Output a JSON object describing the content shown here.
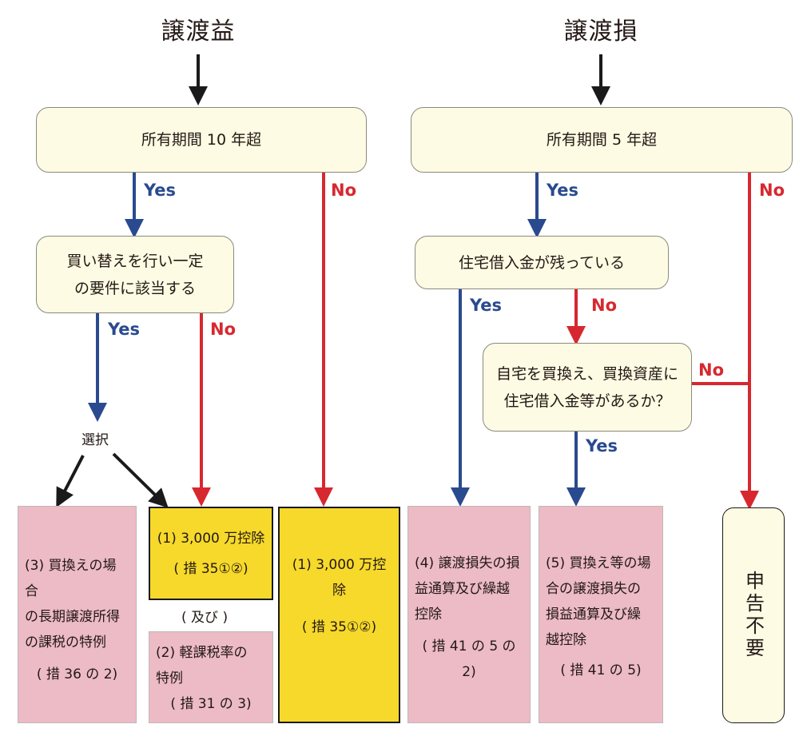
{
  "titles": {
    "gain": "譲渡益",
    "loss": "譲渡損"
  },
  "decisions": {
    "period10": "所有期間 10 年超",
    "period5": "所有期間 5 年超",
    "replace_line1": "買い替えを行い一定",
    "replace_line2": "の要件に該当する",
    "loan": "住宅借入金が残っている",
    "home_line1": "自宅を買換え、買換資産に",
    "home_line2": "住宅借入金等があるか？"
  },
  "labels": {
    "yes": "Yes",
    "no": "No",
    "select": "選択",
    "and": "( 及び )"
  },
  "results": {
    "r3": {
      "l1": "(3) 買換えの場合",
      "l2": "の長期譲渡所得",
      "l3": "の課税の特例",
      "ref": "( 措 36 の 2)"
    },
    "r1a": {
      "l1": "(1) 3,000 万控除",
      "ref": "( 措 35①②)"
    },
    "r2": {
      "l1": "(2) 軽課税率の",
      "l2": "特例",
      "ref": "( 措 31 の 3)"
    },
    "r1b": {
      "l1": "(1) 3,000 万控除",
      "ref": "( 措 35①②)"
    },
    "r4": {
      "l1": "(4) 譲渡損失の損",
      "l2": "益通算及び繰越",
      "l3": "控除",
      "ref": "( 措 41 の 5 の 2)"
    },
    "r5": {
      "l1": "(5) 買換え等の場",
      "l2": "合の譲渡損失の",
      "l3": "損益通算及び繰",
      "l4": "越控除",
      "ref": "( 措 41 の 5)"
    },
    "no_filing": "申告不要"
  },
  "colors": {
    "yes": "#2a4a8f",
    "no": "#d7282f",
    "black": "#1a1a1a",
    "decision_fill": "#fdfbe3",
    "pink": "#ecbbc5",
    "yellow": "#f6d92a"
  }
}
